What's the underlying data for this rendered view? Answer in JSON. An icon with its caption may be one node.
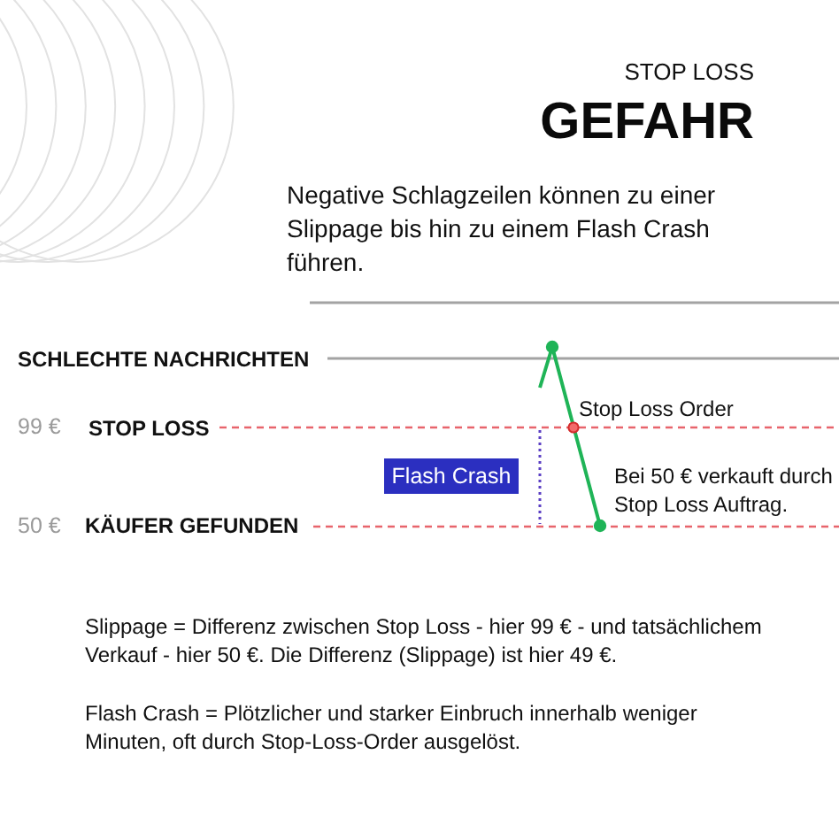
{
  "diagram": {
    "title": "GEFAHR",
    "nodes": [
      {
        "text": [
          "Flash Crash"
        ]
      }
    ],
    "labels": [
      "STOP LOSS",
      "Negative Schlagzeilen können zu einer Slippage bis hin zu einem Flash Crash führen.",
      "SCHLECHTE NACHRICHTEN",
      "Stop Loss Order",
      "99 €",
      "STOP LOSS",
      "Bei 50 € verkauft durch Stop Loss Auftrag.",
      "50 €",
      "KÄUFER GEFUNDEN",
      "Slippage = Differenz zwischen Stop Loss - hier 99 € - und tatsächlichem Verkauf - hier 50 €. Die Differenz (Slippage) ist hier 49 €.",
      "Flash Crash = Plötzlicher und starker Einbruch innerhalb weniger Minuten, oft durch Stop-Loss-Order ausgelöst."
    ]
  }
}
